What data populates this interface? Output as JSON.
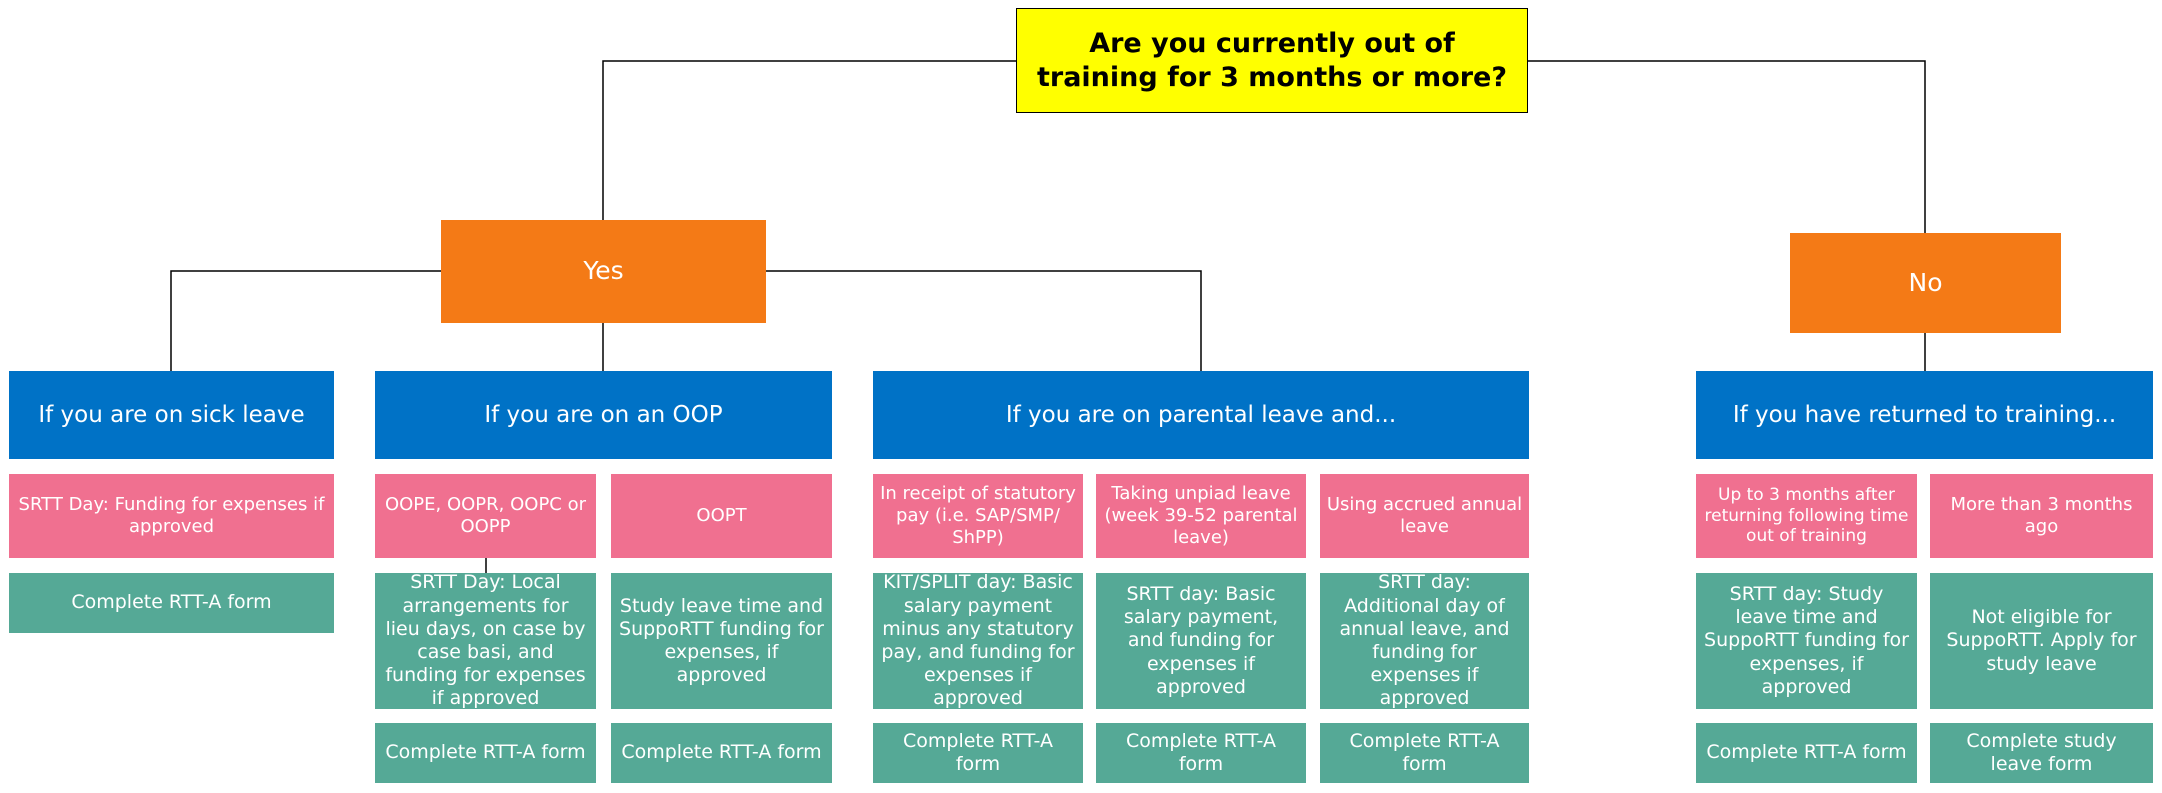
{
  "colors": {
    "question": "#ffff00",
    "decision": "#f47a16",
    "category": "#0072c6",
    "condition": "#f07090",
    "outcome": "#55a996",
    "connector": "#000000"
  },
  "question": "Are you currently out of training for 3 months or more?",
  "yes": {
    "label": "Yes",
    "sick": {
      "heading": "If you are on sick leave",
      "condition": "SRTT Day: Funding for expenses if approved",
      "action": "Complete RTT-A form"
    },
    "oop": {
      "heading": "If you are on an OOP",
      "columns": [
        {
          "condition": "OOPE, OOPR, OOPC or OOPP",
          "detail": "SRTT Day: Local arrangements for lieu days, on case by case basi, and funding for expenses if approved",
          "action": "Complete RTT-A form"
        },
        {
          "condition": "OOPT",
          "detail": "Study leave time and SuppoRTT funding for expenses, if approved",
          "action": "Complete RTT-A form"
        }
      ]
    },
    "parental": {
      "heading": "If you are on parental leave and...",
      "columns": [
        {
          "condition": "In receipt of statutory pay (i.e. SAP/SMP/ ShPP)",
          "detail": "KIT/SPLIT day: Basic salary payment minus any statutory pay, and funding for expenses if approved",
          "action": "Complete RTT-A form"
        },
        {
          "condition": "Taking unpiad leave (week 39-52 parental leave)",
          "detail": "SRTT day: Basic salary payment, and funding for expenses if approved",
          "action": "Complete RTT-A form"
        },
        {
          "condition": "Using accrued annual leave",
          "detail": "SRTT day: Additional day of annual leave, and funding for expenses if approved",
          "action": "Complete RTT-A form"
        }
      ]
    }
  },
  "no": {
    "label": "No",
    "returned": {
      "heading": "If you have returned to training...",
      "columns": [
        {
          "condition": "Up to 3 months after returning following time out of training",
          "detail": "SRTT day: Study leave time and SuppoRTT funding for expenses, if approved",
          "action": "Complete RTT-A form"
        },
        {
          "condition": "More than 3 months ago",
          "detail": "Not eligible for SuppoRTT. Apply for study leave",
          "action": "Complete study leave form"
        }
      ]
    }
  }
}
